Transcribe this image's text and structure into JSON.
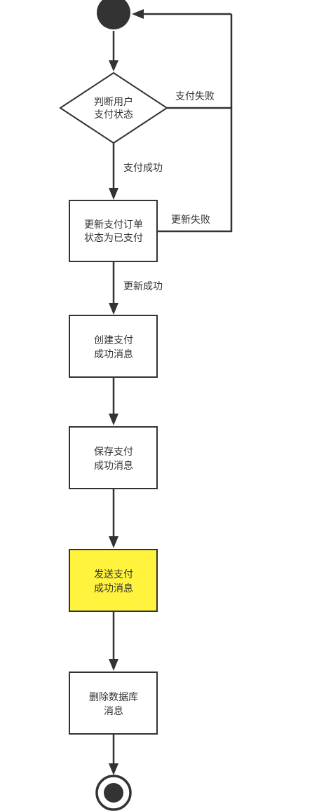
{
  "colors": {
    "stroke": "#333333",
    "node_fill": "#ffffff",
    "highlight_fill": "#fff33d",
    "start_fill": "#333333"
  },
  "nodes": {
    "decision": {
      "line1": "判断用户",
      "line2": "支付状态"
    },
    "update_order": {
      "line1": "更新支付订单",
      "line2": "状态为已支付"
    },
    "create_message": {
      "line1": "创建支付",
      "line2": "成功消息"
    },
    "save_message": {
      "line1": "保存支付",
      "line2": "成功消息"
    },
    "send_message": {
      "line1": "发送支付",
      "line2": "成功消息"
    },
    "delete_message": {
      "line1": "删除数据库",
      "line2": "消息"
    }
  },
  "edges": {
    "pay_failed": "支付失败",
    "pay_success": "支付成功",
    "update_failed": "更新失败",
    "update_success": "更新成功"
  }
}
